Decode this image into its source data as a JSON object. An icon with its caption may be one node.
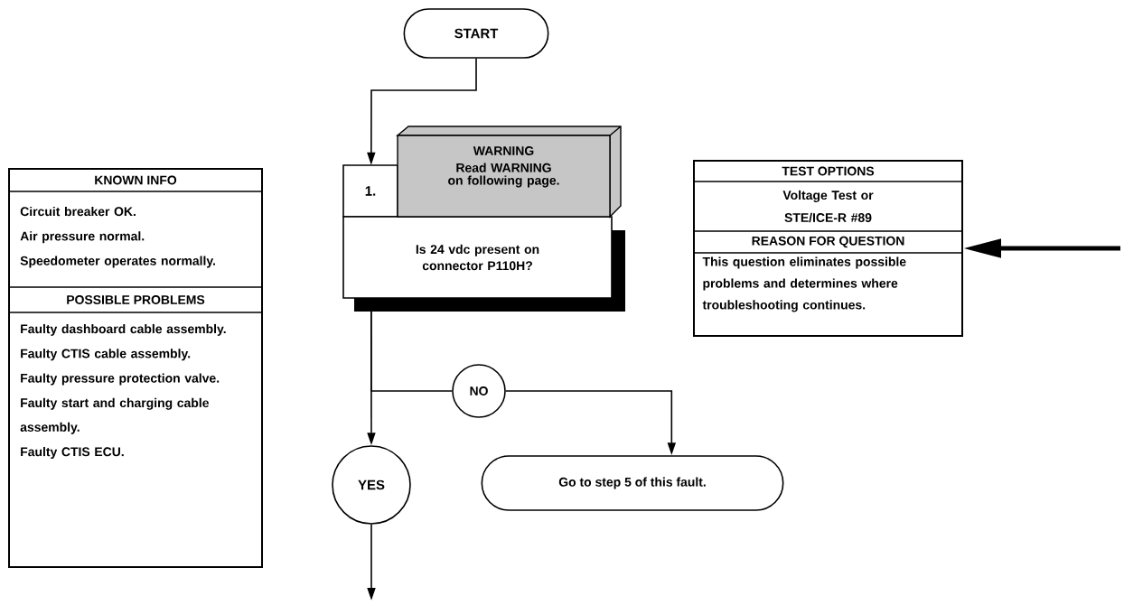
{
  "diagram": {
    "nodes": [
      {
        "text": [
          "START"
        ]
      },
      {
        "text": [
          "1.",
          "Is 24 vdc present on connector P110H?"
        ]
      },
      {
        "text": [
          "WARNING",
          "Read WARNING on following page."
        ]
      },
      {
        "text": [
          "NO"
        ]
      },
      {
        "text": [
          "YES"
        ]
      },
      {
        "text": [
          "Go to step 5 of this fault."
        ]
      },
      {
        "text": [
          "KNOWN INFO",
          "Circuit breaker OK.",
          "Air pressure normal.",
          "Speedometer operates normally.",
          "POSSIBLE PROBLEMS",
          "Faulty dashboard cable assembly.",
          "Faulty CTIS cable assembly.",
          "Faulty pressure protection valve.",
          "Faulty start and charging cable assembly.",
          "Faulty CTIS ECU."
        ]
      },
      {
        "text": [
          "TEST OPTIONS",
          "Voltage Test or STE/ICE-R #89",
          "REASON FOR QUESTION",
          "This question eliminates possible problems and determines where troubleshooting continues."
        ]
      }
    ],
    "edges": [
      {
        "from": 0,
        "to": 1,
        "arrow": "to"
      },
      {
        "from": 1,
        "to": 4,
        "arrow": "to"
      },
      {
        "from": 1,
        "to": 3,
        "arrow": "none"
      },
      {
        "from": 3,
        "to": 5,
        "arrow": "to"
      },
      {
        "from": 4,
        "to": null,
        "arrow": "to"
      },
      {
        "from": null,
        "to": 7,
        "arrow": "to",
        "style": "thick"
      }
    ]
  }
}
